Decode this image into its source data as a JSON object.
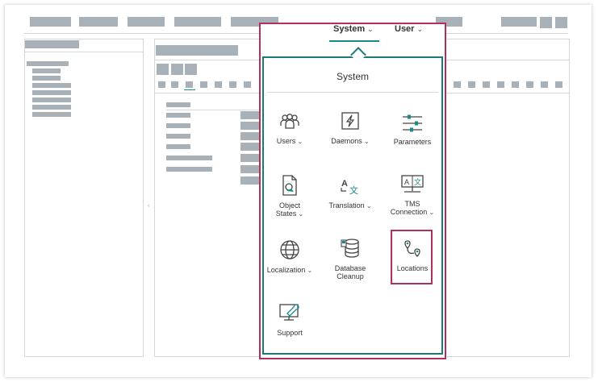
{
  "topnav": {
    "system_label": "System",
    "user_label": "User"
  },
  "popup": {
    "title": "System",
    "tiles": [
      {
        "label": "Users",
        "icon": "users-icon",
        "has_chevron": true
      },
      {
        "label": "Daemons",
        "icon": "daemon-icon",
        "has_chevron": true
      },
      {
        "label": "Parameters",
        "icon": "sliders-icon",
        "has_chevron": false
      },
      {
        "label_line1": "Object",
        "label_line2": "States",
        "icon": "object-states-icon",
        "has_chevron": true
      },
      {
        "label": "Translation",
        "icon": "translation-icon",
        "has_chevron": true
      },
      {
        "label_line1": "TMS",
        "label_line2": "Connection",
        "icon": "tms-connection-icon",
        "has_chevron": true
      },
      {
        "label": "Localization",
        "icon": "globe-icon",
        "has_chevron": true
      },
      {
        "label_line1": "Database",
        "label_line2": "Cleanup",
        "icon": "database-cleanup-icon",
        "has_chevron": false
      },
      {
        "label": "Locations",
        "icon": "route-icon",
        "has_chevron": false
      },
      {
        "label": "Support",
        "icon": "support-icon",
        "has_chevron": false
      }
    ]
  },
  "colors": {
    "highlight": "#b03060",
    "accent": "#1a7a7a",
    "placeholder": "#a8b0b8"
  }
}
